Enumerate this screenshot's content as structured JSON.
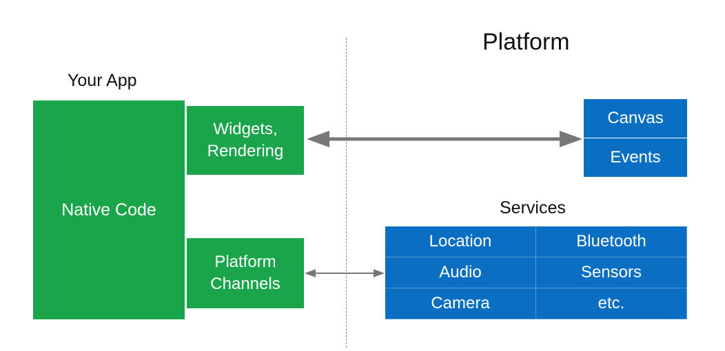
{
  "headings": {
    "platform": "Platform",
    "your_app": "Your App",
    "services": "Services"
  },
  "app": {
    "native_code": "Native Code",
    "widgets_line1": "Widgets,",
    "widgets_line2": "Rendering",
    "channels_line1": "Platform",
    "channels_line2": "Channels"
  },
  "platform": {
    "canvas": "Canvas",
    "events": "Events"
  },
  "services": [
    "Location",
    "Bluetooth",
    "Audio",
    "Sensors",
    "Camera",
    "etc."
  ],
  "colors": {
    "app_green": "#1aa54b",
    "platform_blue": "#0a6fc2",
    "arrow_gray": "#777777"
  }
}
